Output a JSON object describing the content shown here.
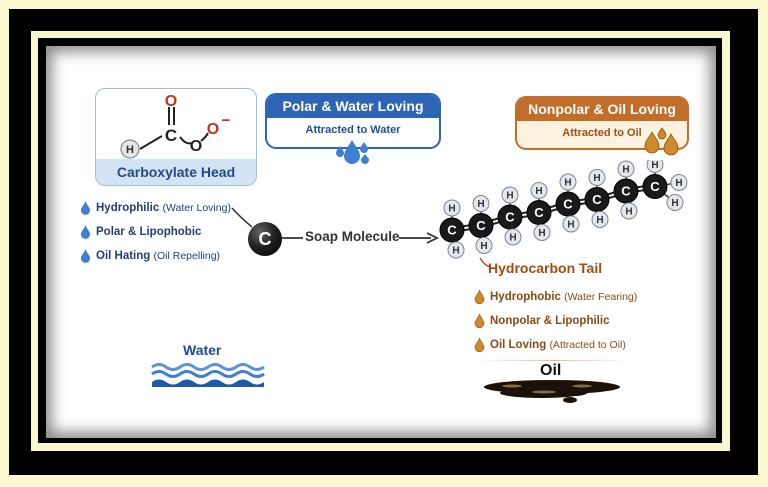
{
  "title": "Soap Molecule Structure",
  "colors": {
    "water_blue": "#2e64b5",
    "water_text": "#21407c",
    "oil_orange": "#c36d2a",
    "oil_text": "#8a4a14",
    "frame_black": "#000000",
    "frame_cream": "#fbf7cf",
    "oxygen_red": "#c0321c"
  },
  "head": {
    "label": "Carboxylate Head",
    "atoms": {
      "oxygen_double": "O",
      "carbon": "C",
      "oxygen_single": "O",
      "oxygen_charged": "O",
      "charge": "−",
      "hydrogen": "H"
    }
  },
  "water_badge": {
    "title": "Polar & Water Loving",
    "subtitle": "Attracted to Water",
    "icon": "water-drops-icon"
  },
  "oil_badge": {
    "title": "Nonpolar & Oil Loving",
    "subtitle": "Attracted to Oil",
    "icon": "oil-drops-icon"
  },
  "head_properties": [
    {
      "main": "Hydrophilic",
      "detail": "(Water Loving)",
      "icon": "water-drop-icon"
    },
    {
      "main": "Polar & Lipophobic",
      "detail": "",
      "icon": "water-drop-icon"
    },
    {
      "main": "Oil Hating",
      "detail": "(Oil Repelling)",
      "icon": "water-drop-icon"
    }
  ],
  "center": {
    "atom": "C",
    "label": "Soap Molecule"
  },
  "tail": {
    "label": "Hydrocarbon Tail",
    "carbon_label": "C",
    "hydrogen_label": "H",
    "carbon_count": 8
  },
  "tail_properties": [
    {
      "main": "Hydrophobic",
      "detail": "(Water Fearing)",
      "icon": "oil-drop-icon"
    },
    {
      "main": "Nonpolar & Lipophilic",
      "detail": "",
      "icon": "oil-drop-icon"
    },
    {
      "main": "Oil Loving",
      "detail": "(Attracted to Oil)",
      "icon": "oil-drop-icon"
    }
  ],
  "water_label": "Water",
  "oil_label": "Oil"
}
